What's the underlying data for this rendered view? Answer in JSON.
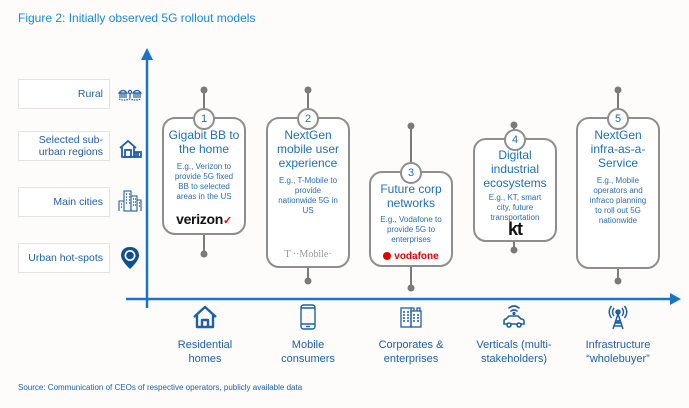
{
  "figure": {
    "title": "Figure 2: Initially observed 5G rollout models",
    "source": "Source: Communication of CEOs of respective operators, publicly available data"
  },
  "colors": {
    "accent": "#1a73c7",
    "connector": "#7a7a7a",
    "text_blue": "#1f5fa6",
    "vodafone_red": "#e60000",
    "tmobile_magenta": "#e20074"
  },
  "y_axis": {
    "categories": [
      {
        "label": "Rural",
        "icon": "rural-houses-icon"
      },
      {
        "label": "Selected sub-urban regions",
        "icon": "suburban-house-icon"
      },
      {
        "label": "Main cities",
        "icon": "city-buildings-icon"
      },
      {
        "label": "Urban hot-spots",
        "icon": "location-pin-icon"
      }
    ]
  },
  "x_axis": {
    "categories": [
      {
        "label": "Residential homes",
        "line1": "Residential",
        "line2": "homes",
        "icon": "home-icon"
      },
      {
        "label": "Mobile consumers",
        "line1": "Mobile",
        "line2": "consumers",
        "icon": "smartphone-icon"
      },
      {
        "label": "Corporates & enterprises",
        "line1": "Corporates &",
        "line2": "enterprises",
        "icon": "office-building-icon"
      },
      {
        "label": "Verticals (multi-stakeholders)",
        "line1": "Verticals (multi-",
        "line2": "stakeholders)",
        "icon": "connected-car-icon"
      },
      {
        "label": "Infrastructure \"wholebuyer\"",
        "line1": "Infrastructure",
        "line2": "“wholebuyer”",
        "icon": "antenna-tower-icon"
      }
    ]
  },
  "models": [
    {
      "number": "1",
      "title": "Gigabit BB to the home",
      "description": "E.g., Verizon to provide 5G fixed BB to selected areas in the US",
      "logo": "verizon",
      "logo_text": "verizon",
      "x_category": "Residential homes",
      "y_range": [
        "Rural",
        "Urban hot-spots"
      ]
    },
    {
      "number": "2",
      "title": "NextGen mobile user experience",
      "description": "E.g., T-Mobile to provide nationwide 5G in US",
      "logo": "t-mobile",
      "logo_text": "T ··Mobile·",
      "x_category": "Mobile consumers",
      "y_range": [
        "Rural",
        "Urban hot-spots"
      ]
    },
    {
      "number": "3",
      "title": "Future corp networks",
      "description": "E.g., Vodafone to provide 5G to enterprises",
      "logo": "vodafone",
      "logo_text": "vodafone",
      "x_category": "Corporates & enterprises",
      "y_range": [
        "Selected sub-urban regions",
        "Urban hot-spots"
      ]
    },
    {
      "number": "4",
      "title": "Digital industrial ecosystems",
      "description": "E.g., KT, smart city, future transportation",
      "logo": "kt",
      "logo_text": "kt",
      "x_category": "Verticals (multi-stakeholders)",
      "y_range": [
        "Selected sub-urban regions",
        "Main cities"
      ]
    },
    {
      "number": "5",
      "title": "NextGen infra-as-a-Service",
      "description": "E.g., Mobile operators and infraco planning to roll out 5G nationwide",
      "logo": "",
      "logo_text": "",
      "x_category": "Infrastructure \"wholebuyer\"",
      "y_range": [
        "Rural",
        "Urban hot-spots"
      ]
    }
  ]
}
